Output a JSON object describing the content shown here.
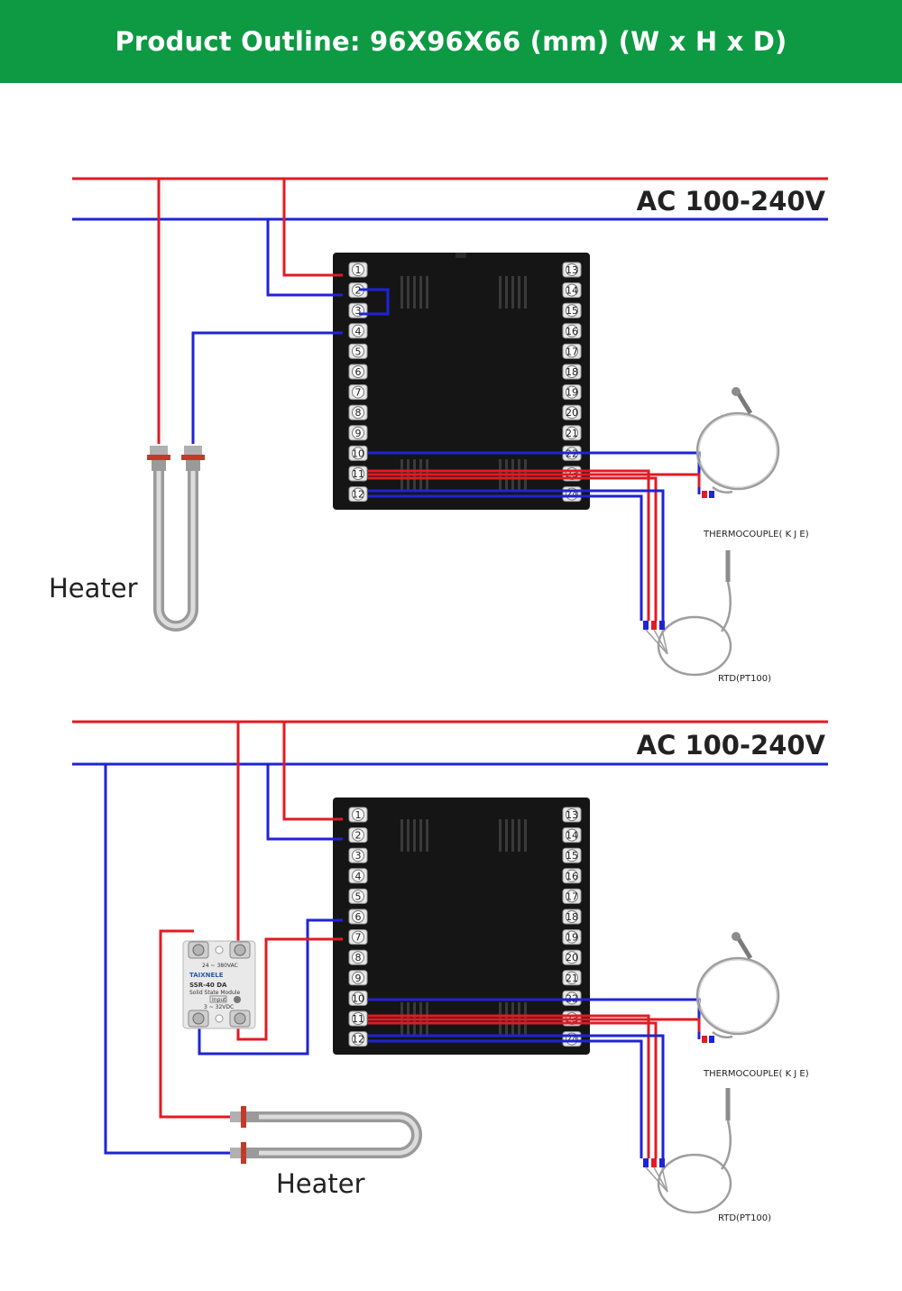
{
  "header": {
    "title": "Product Outline: 96X96X66 (mm) (W x H x D)"
  },
  "colors": {
    "banner": "#0d9a43",
    "live": "#e21b23",
    "neutral": "#1f23d6",
    "controller": "#151515"
  },
  "diagram1": {
    "supply_label": "AC 100-240V",
    "heater_label": "Heater",
    "thermocouple_label": "THERMOCOUPLE( K J E)",
    "rtd_label": "RTD(PT100)",
    "left_terminals": [
      "1",
      "2",
      "3",
      "4",
      "5",
      "6",
      "7",
      "8",
      "9",
      "10",
      "11",
      "12"
    ],
    "right_terminals": [
      "13",
      "14",
      "15",
      "16",
      "17",
      "18",
      "19",
      "20",
      "21",
      "22",
      "23",
      "24"
    ]
  },
  "diagram2": {
    "supply_label": "AC 100-240V",
    "heater_label": "Heater",
    "thermocouple_label": "THERMOCOUPLE( K J E)",
    "rtd_label": "RTD(PT100)",
    "ssr": {
      "brand": "TAIXNELE",
      "model": "SSR-40 DA",
      "subtitle": "Solid State Module",
      "input_label": "Input",
      "load_label": "24 ~ 380VAC",
      "control_label": "3 ~ 32VDC"
    },
    "left_terminals": [
      "1",
      "2",
      "3",
      "4",
      "5",
      "6",
      "7",
      "8",
      "9",
      "10",
      "11",
      "12"
    ],
    "right_terminals": [
      "13",
      "14",
      "15",
      "16",
      "17",
      "18",
      "19",
      "20",
      "21",
      "22",
      "23",
      "24"
    ]
  }
}
